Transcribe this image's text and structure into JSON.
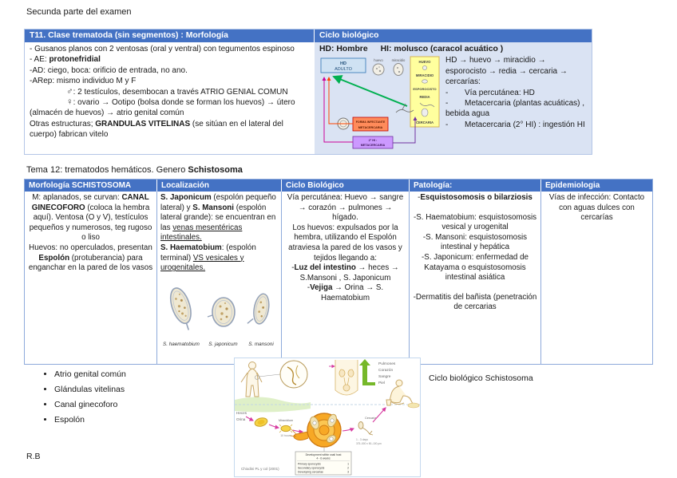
{
  "page": {
    "title": "Secunda parte del examen",
    "footer": "R.B"
  },
  "colors": {
    "header_blue": "#4472C4",
    "panel_blue": "#DAE3F3",
    "border_blue": "#8EAADB",
    "green_arrow": "#00B050",
    "yellow_box": "#FFFF9E",
    "orange_box": "#FF8B5A",
    "purple_box": "#CC99FF"
  },
  "t1": {
    "h_left": "T11. Clase trematoda (sin segmentos) : Morfología",
    "h_right": "Ciclo biológico",
    "m": {
      "l1": "- Gusanos planos con 2 ventosas (oral y ventral) con tegumentos espinoso",
      "l2a": "- AE: ",
      "l2b": "protonefridial",
      "l3": "-AD: ciego, boca: orificio de entrada, no ano.",
      "l4": "-ARep: mismo individuo M y F",
      "male": "♂",
      "male_t": ": 2 testículos, desembocan a través ATRIO GENIAL COMUN",
      "female": "♀",
      "female_t": ": ovario → Ootipo (bolsa donde se forman los huevos) → útero (almacén de huevos) → atrio genital común",
      "l7a": "Otras estructuras; ",
      "l7b": "GRANDULAS VITELINAS",
      "l7c": " (se sitúan en el lateral del cuerpo) fabrican vitelo"
    },
    "c": {
      "hd": "HD: Hombre",
      "hi": "HI: molusco (caracol acuático )",
      "flow": "HD → huevo → miracidio → esporocisto → redia → cercaria → cercarías:",
      "dash": "-",
      "b1": "Vía percutánea: HD",
      "b2": "Metacercaria (plantas acuáticas) , bebida agua",
      "b3": "Metacercaria (2° HI) : ingestión HI",
      "diag": {
        "blue1": "HD",
        "blue2": "ADULTO",
        "egg": "huevo",
        "mira": "miracidio",
        "s1": "HUEVO",
        "s2": "MIRACIDIO",
        "s3": "ESPOROCISTO",
        "s4": "REDIA",
        "s5": "CERCARIA",
        "or1": "FORMA INFECTANTE",
        "or2": "METACERCARIA",
        "pu1": "2° HI :",
        "pu2": "METACERCARIA"
      }
    }
  },
  "tema": {
    "a": "Tema 12: trematodos hemáticos. Genero ",
    "b": "Schistosoma"
  },
  "t2": {
    "h": [
      "Morfología SCHISTOSOMA",
      "Localización",
      "Ciclo Biológico",
      "Patología:",
      "Epidemiologia"
    ],
    "c1": {
      "a": "M: aplanados, se curvan: ",
      "b": "CANAL GINECOFORO",
      "c": " (coloca la hembra aquí). Ventosa (O y V), testículos pequeños y numerosos, teg rugoso o liso",
      "d": "Huevos: no operculados, presentan ",
      "e": "Espolón",
      "f": " (protuberancia) para enganchar en la pared de los vasos"
    },
    "c2": {
      "a": "S. Japonicum",
      "b": " (espolón pequeño lateral) y ",
      "c": "S. Mansoni",
      "d": " (espolón lateral grande): se encuentran en las ",
      "e": "venas mesentéricas intestinales.",
      "f": "S. Haematobium",
      "g": ": (espolón terminal) ",
      "h": "VS vesicales y urogenitales.",
      "eggs": [
        "S. haematobium",
        "S. japonicum",
        "S. mansoni"
      ]
    },
    "c3": {
      "a": "Vía percutánea: Huevo → sangre → corazón → pulmones → hígado.",
      "b": "Los huevos: expulsados por la hembra, utilizando el Espolón atraviesa la pared de los vasos y tejidos llegando a:",
      "c": "-",
      "d": "Luz del intestino",
      "e": " → heces → S.Mansoni , S. Japonicum",
      "f": "-",
      "g": "Vejiga",
      "h": " → Orina → S. Haematobium"
    },
    "c4": {
      "a": "-",
      "b": "Esquistosomosis o bilarziosis",
      "c": "-S. Haematobium: esquistosomosis vesical y urogenital",
      "d": "-S. Mansoni: esquistosomosis intestinal y hepática",
      "e": "-S. Japonicum: enfermedad de Katayama o esquistosomosis intestinal asiática",
      "f": "-Dermatitis del bañista (penetración de cercarias"
    },
    "c5": "Vías de infección: Contacto con aguas dulces con cercarías"
  },
  "bottom": {
    "bullets": [
      "Atrio genital común",
      "Glándulas vitelinas",
      "Canal ginecoforo",
      "Espolón"
    ],
    "caption": "Ciclo biológico Schistosoma",
    "fig": {
      "pulmones": "Pulmones",
      "corazon": "Corazón",
      "sangre": "Sangre",
      "piel": "Piel",
      "heces": "Heces",
      "orina": "Orina",
      "miracidium": "Miracidium",
      "hours": "10 hours",
      "cercaria": "Cercaria",
      "days": "1 - 3 days",
      "size": "375–500 x 50–100 µm",
      "credit": "Chiodini PL y col (2001)",
      "box_t1": "Development within snail host",
      "box_t2": "4 - 6 weeks",
      "r1": "Primary sporocysts",
      "n1": "1",
      "r2": "Secondary sporocysts",
      "n2": "2",
      "r3": "Developing cercariae",
      "n3": "3"
    }
  }
}
